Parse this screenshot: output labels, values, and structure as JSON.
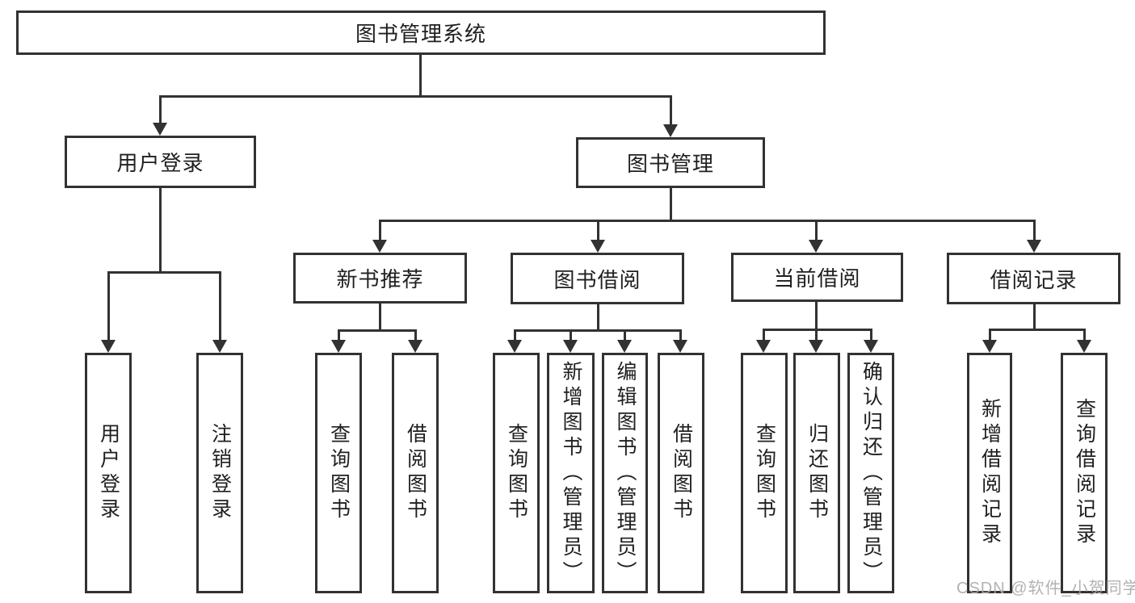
{
  "diagram_title": "图书管理系统",
  "nodes": {
    "root": {
      "label": "图书管理系统"
    },
    "user_login": {
      "label": "用户登录"
    },
    "book_mgmt": {
      "label": "图书管理"
    },
    "new_book_rec": {
      "label": "新书推荐"
    },
    "book_borrow": {
      "label": "图书借阅"
    },
    "current_borrow": {
      "label": "当前借阅"
    },
    "borrow_record": {
      "label": "借阅记录"
    },
    "leaf_user_login": {
      "label": "用户登录"
    },
    "leaf_logout": {
      "label": "注销登录"
    },
    "leaf_query_books_1": {
      "label": "查询图书"
    },
    "leaf_borrow_books_1": {
      "label": "借阅图书"
    },
    "leaf_query_books_2": {
      "label": "查询图书"
    },
    "leaf_add_books": {
      "label": "新增图书（管理员）"
    },
    "leaf_edit_books": {
      "label": "编辑图书（管理员）"
    },
    "leaf_borrow_books_2": {
      "label": "借阅图书"
    },
    "leaf_query_books_3": {
      "label": "查询图书"
    },
    "leaf_return_books": {
      "label": "归还图书"
    },
    "leaf_confirm_return": {
      "label": "确认归还（管理员）"
    },
    "leaf_add_record": {
      "label": "新增借阅记录"
    },
    "leaf_query_record": {
      "label": "查询借阅记录"
    }
  },
  "hierarchy": {
    "图书管理系统": {
      "用户登录": [
        "用户登录",
        "注销登录"
      ],
      "图书管理": {
        "新书推荐": [
          "查询图书",
          "借阅图书"
        ],
        "图书借阅": [
          "查询图书",
          "新增图书（管理员）",
          "编辑图书（管理员）",
          "借阅图书"
        ],
        "当前借阅": [
          "查询图书",
          "归还图书",
          "确认归还（管理员）"
        ],
        "借阅记录": [
          "新增借阅记录",
          "查询借阅记录"
        ]
      }
    }
  },
  "watermark": "CSDN @软件_小贺同学",
  "colors": {
    "line": "#323232",
    "text": "#1f1f1f",
    "node_fill": "#ffffff",
    "background": "#ffffff",
    "watermark": "#aaaaaa"
  }
}
